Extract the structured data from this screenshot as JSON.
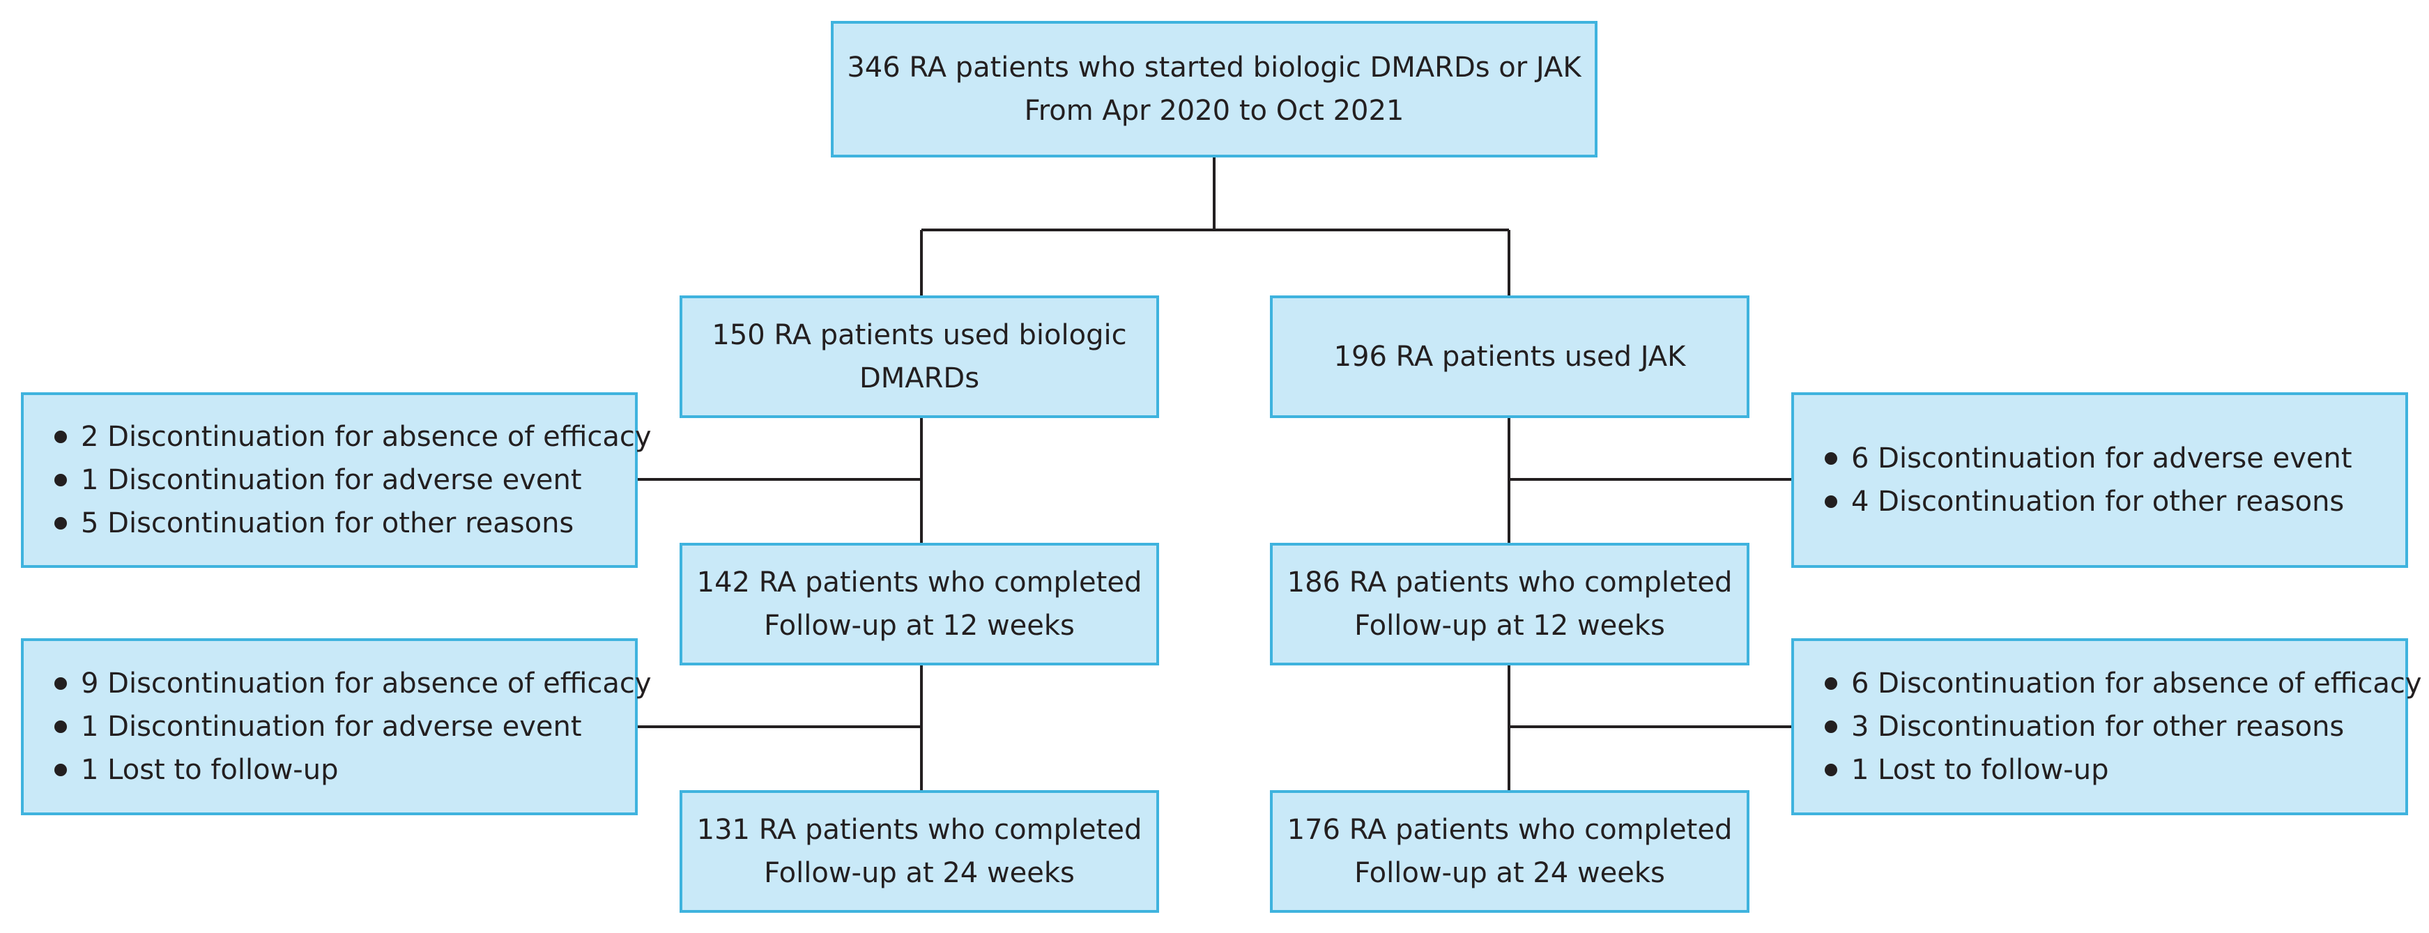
{
  "flowchart": {
    "top": {
      "line1": "346 RA patients who started biologic DMARDs or JAK",
      "line2": "From Apr 2020 to Oct 2021"
    },
    "biologic": {
      "start": {
        "line1": "150 RA patients used biologic",
        "line2": "DMARDs"
      },
      "week12": {
        "line1": "142 RA patients who completed",
        "line2": "Follow-up at 12 weeks"
      },
      "week24": {
        "line1": "131 RA patients who completed",
        "line2": "Follow-up at 24 weeks"
      },
      "exclusions_12w": [
        "2 Discontinuation for absence of efficacy",
        "1 Discontinuation for adverse event",
        "5 Discontinuation for other reasons"
      ],
      "exclusions_24w": [
        "9 Discontinuation for absence of efficacy",
        "1 Discontinuation for adverse event",
        "1 Lost to follow-up"
      ]
    },
    "jak": {
      "start": {
        "line1": "196 RA patients used JAK"
      },
      "week12": {
        "line1": "186 RA patients who completed",
        "line2": "Follow-up at 12 weeks"
      },
      "week24": {
        "line1": "176 RA patients who completed",
        "line2": "Follow-up at 24 weeks"
      },
      "exclusions_12w": [
        "6 Discontinuation for adverse event",
        "4 Discontinuation for other reasons"
      ],
      "exclusions_24w": [
        "6 Discontinuation for absence of efficacy",
        "3 Discontinuation for other reasons",
        "1 Lost to follow-up"
      ]
    },
    "colors": {
      "box_fill": "#c9e9f8",
      "box_border": "#3fb3de",
      "line": "#231f20"
    }
  }
}
